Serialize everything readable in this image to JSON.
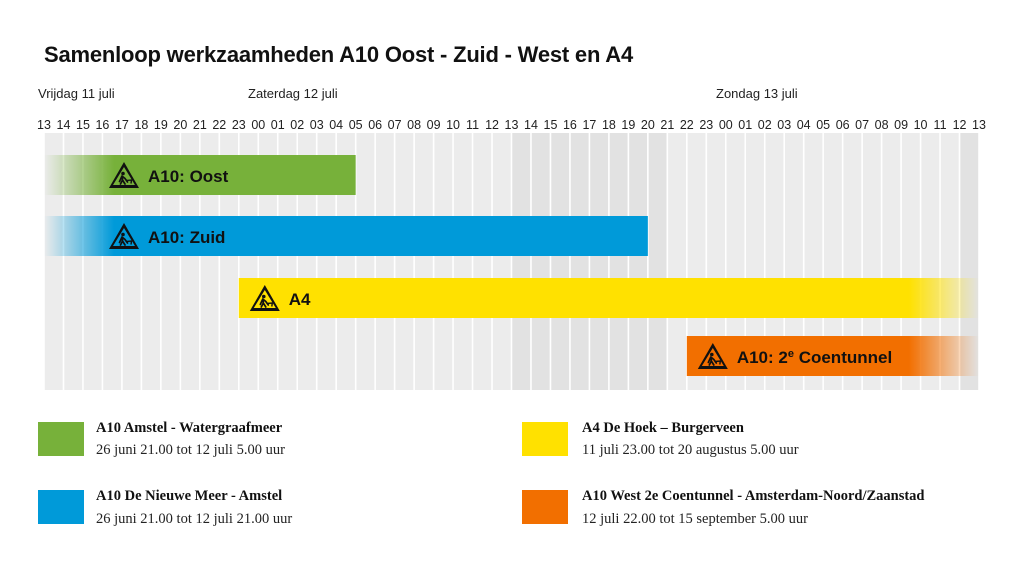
{
  "chart_data": {
    "type": "gantt",
    "title": "Samenloop werkzaamheden A10 Oost - Zuid - West en A4",
    "day_labels": [
      {
        "label": "Vrijdag 11 juli",
        "hour_index": 0
      },
      {
        "label": "Zaterdag 12 juli",
        "hour_index": 11
      },
      {
        "label": "Zondag 13 juli",
        "hour_index": 35
      }
    ],
    "hour_ticks": [
      "13",
      "14",
      "15",
      "16",
      "17",
      "18",
      "19",
      "20",
      "21",
      "22",
      "23",
      "00",
      "01",
      "02",
      "03",
      "04",
      "05",
      "06",
      "07",
      "08",
      "09",
      "10",
      "11",
      "12",
      "13",
      "14",
      "15",
      "16",
      "17",
      "18",
      "19",
      "20",
      "21",
      "22",
      "23",
      "00",
      "01",
      "02",
      "03",
      "04",
      "05",
      "06",
      "07",
      "08",
      "09",
      "10",
      "11",
      "12",
      "13"
    ],
    "tracks": [
      {
        "label": "A10: Oost",
        "color": "#77b13a",
        "start": 0,
        "end": 16,
        "fade_start": true,
        "fade_end": false,
        "icon": "roadwork-icon"
      },
      {
        "label": "A10: Zuid",
        "color": "#009ad9",
        "start": 0,
        "end": 31,
        "fade_start": true,
        "fade_end": false,
        "icon": "roadwork-icon"
      },
      {
        "label": "A4",
        "color": "#ffe100",
        "start": 10,
        "end": 48,
        "fade_start": false,
        "fade_end": true,
        "icon": "roadwork-icon"
      },
      {
        "label": "A10: 2e Coentunnel",
        "color": "#f26f00",
        "start": 33,
        "end": 48,
        "fade_start": false,
        "fade_end": true,
        "icon": "roadwork-icon"
      }
    ]
  },
  "legend": [
    {
      "color": "#77b13a",
      "title": "A10 Amstel - Watergraafmeer",
      "date": "26 juni 21.00 tot 12 juli 5.00 uur"
    },
    {
      "color": "#009ad9",
      "title": "A10 De Nieuwe Meer - Amstel",
      "date": "26 juni 21.00 tot 12 juli 21.00 uur"
    },
    {
      "color": "#ffe100",
      "title": "A4 De Hoek – Burgerveen",
      "date": "11 juli 23.00 tot 20 augustus 5.00 uur"
    },
    {
      "color": "#f26f00",
      "title": "A10 West 2e Coentunnel - Amsterdam-Noord/Zaanstad",
      "date": "12 juli 22.00 tot 15 september 5.00 uur"
    }
  ]
}
